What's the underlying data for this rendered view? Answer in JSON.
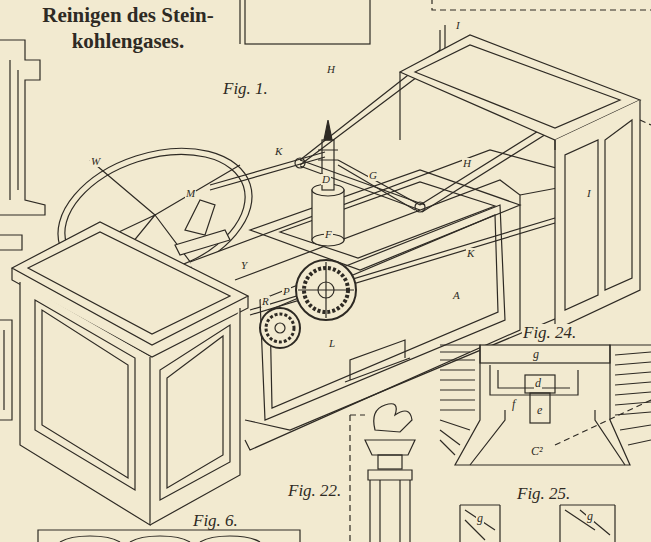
{
  "diagram": {
    "title": "Reinigen des Stein- kohlengases.",
    "labels": [
      "Fig. 1.",
      "I",
      "H",
      "K",
      "D",
      "G",
      "H",
      "I",
      "W",
      "M",
      "F",
      "K",
      "Y",
      "P",
      "R",
      "A",
      "L",
      "Fig. 24.",
      "g",
      "d",
      "f",
      "e",
      "C²",
      "Fig. 25.",
      "g",
      "g",
      "Fig. 22.",
      "Fig. 6."
    ]
  }
}
